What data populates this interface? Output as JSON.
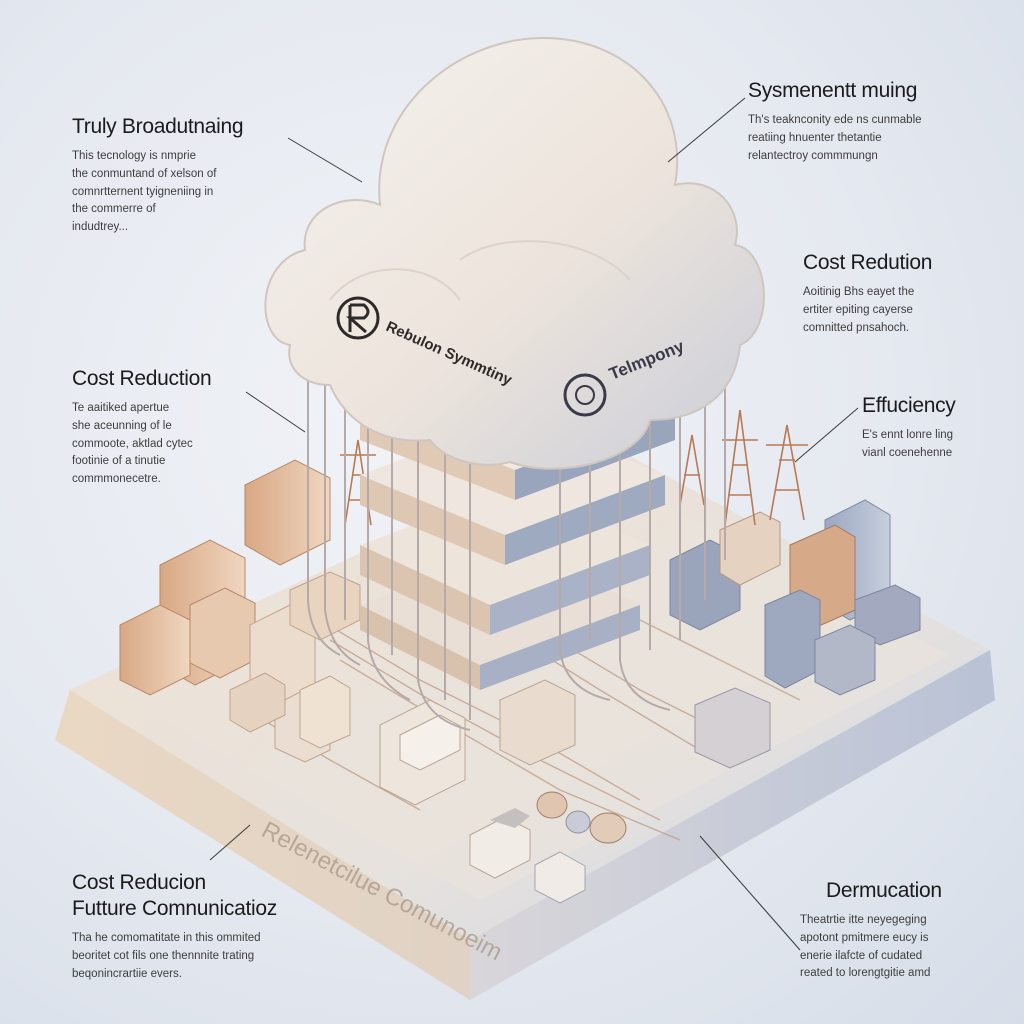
{
  "callouts": {
    "truly": {
      "title": "Truly Broadutnaing",
      "lines": [
        "This tecnology is nmprie",
        "the conmuntand of xelson of",
        "comnrtternent tyigneniing in",
        "the commerre of",
        "indudtrey..."
      ]
    },
    "sysmen": {
      "title": "Sysmenentt muing",
      "lines": [
        "Th's teaknconity ede ns cunmable",
        "reatiing hnuenter thetantie",
        "relantectroy commmungn"
      ]
    },
    "cost_right": {
      "title": "Cost Redution",
      "lines": [
        "Aoitinig Bhs eayet the",
        "ertiter epiting cayerse",
        "comnitted pnsahoch."
      ]
    },
    "cost_left": {
      "title": "Cost Reduction",
      "lines": [
        "Te aaitiked apertue",
        "she aceunning of le",
        "commoote, aktlad cytec",
        "footinie of a tinutie",
        "commmonecetre."
      ]
    },
    "efficiency": {
      "title": "Effuciency",
      "lines": [
        "E's ennt lonre ling",
        "vianl coenehenne"
      ]
    },
    "cost_bottom": {
      "title": "Cost Reducion",
      "subtitle": "Futture Comnunicatioz",
      "lines": [
        "Tha he comomatitate in this ommited",
        "beoritet cot fils one thennnite trating",
        "beqonincrartiie evers."
      ]
    },
    "dermu": {
      "title": "Dermucation",
      "lines": [
        "Theatrtie itte neyegeging",
        "apotont pmitmere eucy is",
        "enerie ilafcte of cudated",
        "reated to lorengtgitie amd"
      ]
    }
  },
  "cloud": {
    "logo_left_text": "Rebulon Symmtiny",
    "logo_right_text": "Telmpony"
  },
  "platform": {
    "label": "Relenetcilue Comunoeim"
  },
  "colors": {
    "cloud": "#ece6e0",
    "platform": "#eae3db",
    "copper": "#c08a63",
    "steel": "#8e9cb8",
    "wire": "#b0a7a5"
  }
}
